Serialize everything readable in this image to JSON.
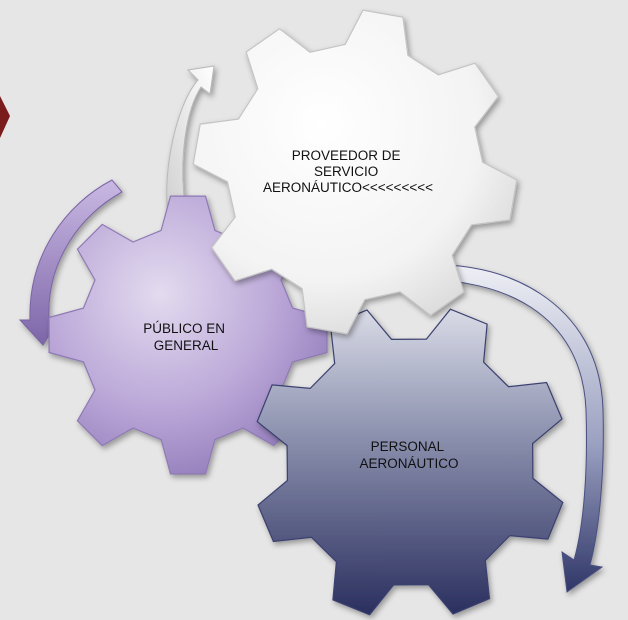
{
  "diagram": {
    "gears": [
      {
        "id": "proveedor",
        "lines": [
          "PROVEEDOR DE",
          "SERVICIO",
          "AERONÁUTICO<<<<<<<<<"
        ]
      },
      {
        "id": "publico",
        "lines": [
          "PÚBLICO EN",
          "GENERAL"
        ]
      },
      {
        "id": "personal",
        "lines": [
          "PERSONAL",
          "AERONÁUTICO"
        ]
      }
    ],
    "colors": {
      "background": "#e6e6e6",
      "gear_white": "#f7f7f7",
      "gear_purple": "#b9a6d6",
      "gear_navy": "#3c4270",
      "edge_marker": "#7a1c1c"
    }
  }
}
